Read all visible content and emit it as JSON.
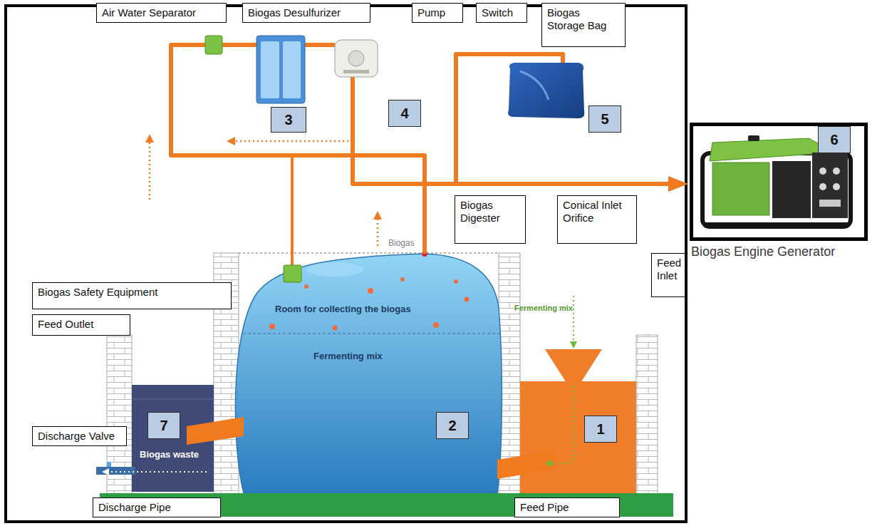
{
  "diagram": {
    "nodes": [
      {
        "text": [
          "Air Water Separator"
        ]
      },
      {
        "text": [
          "Biogas Desulfurizer"
        ]
      },
      {
        "text": [
          "Pump"
        ]
      },
      {
        "text": [
          "Switch"
        ]
      },
      {
        "text": [
          "Biogas Storage Bag"
        ]
      },
      {
        "text": [
          "4"
        ]
      },
      {
        "text": [
          "5"
        ]
      },
      {
        "text": [
          "Biogas Engine Generator"
        ]
      },
      {
        "text": [
          "6"
        ],
        "in": 7
      },
      {
        "text": [
          "3"
        ]
      },
      {
        "text": [
          "Biogas Digester"
        ]
      },
      {
        "text": [
          "Conical Inlet Orifice"
        ]
      },
      {
        "text": [
          "Feed Inlet"
        ]
      },
      {
        "text": [
          "Biogas Safety Equipment"
        ]
      },
      {
        "text": [
          "Feed Outlet"
        ]
      },
      {
        "text": [
          "7"
        ]
      },
      {
        "text": [
          "2"
        ]
      },
      {
        "text": [
          "1"
        ]
      },
      {
        "text": [
          "Discharge Valve"
        ]
      },
      {
        "text": [
          "Discharge Pipe"
        ]
      },
      {
        "text": [
          "Feed Pipe"
        ]
      }
    ],
    "labels": [
      "Biogas",
      "Fermenting mix",
      "Room for collecting the biogas",
      "Fermenting mix",
      "Biogas waste"
    ]
  }
}
